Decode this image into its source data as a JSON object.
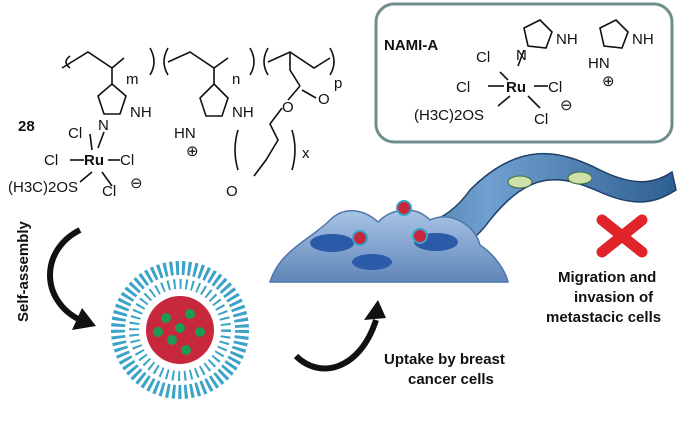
{
  "compound_28": {
    "label": "28",
    "repeat_m": "m",
    "repeat_n": "n",
    "repeat_p": "p",
    "repeat_x": "x",
    "nh": "NH",
    "hn": "HN",
    "n_atom": "N",
    "o_atom": "O",
    "ru": "Ru",
    "cl": "Cl",
    "dmso": "(H3C)2OS",
    "charge_minus": "⊖",
    "charge_plus": "⊕"
  },
  "nami_a": {
    "title": "NAMI-A",
    "ru": "Ru",
    "cl": "Cl",
    "nh": "NH",
    "hn": "HN",
    "n_atom": "N",
    "dmso": "(H3C)2OS",
    "charge_minus": "⊖",
    "charge_plus": "⊕"
  },
  "captions": {
    "self_assembly": "Self-assembly",
    "uptake_line1": "Uptake by breast",
    "uptake_line2": "cancer cells",
    "migration_line1": "Migration and",
    "migration_line2": "invasion of",
    "migration_line3": "metastacic cells"
  },
  "colors": {
    "nami_box_border": "#6f8f8c",
    "cell_blue": "#8fb0da",
    "vessel_blue": "#2f5d8a",
    "nucleus": "#2a5aa8",
    "micelle_core_red": "#c8283c",
    "micelle_core_green": "#1e9a55",
    "micelle_corona": "#3aa3c7",
    "cross_red": "#e0242a"
  }
}
